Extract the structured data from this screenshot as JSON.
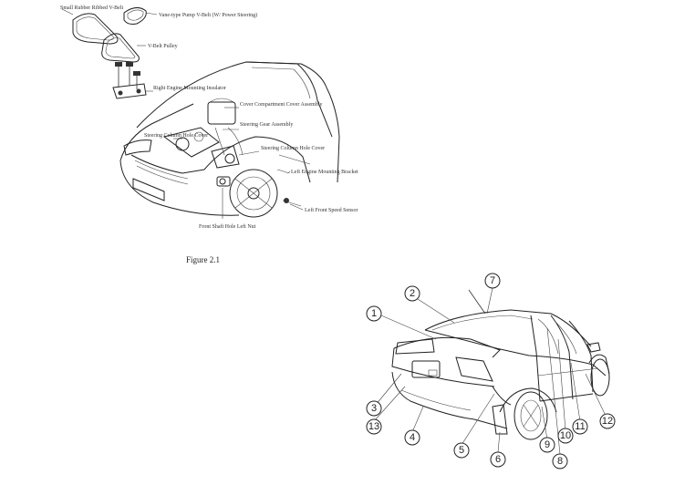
{
  "figure1": {
    "caption": "Figure 2.1",
    "labels": {
      "small_v_belt": "Small Rubber Ribbed V-Belt",
      "v_ribbed_belt": "Vane-type Pump V-Belt (W/ Power Steering)",
      "v_belt": "V-Belt Pulley",
      "right_mount": "Right Engine Mounting Insulator",
      "cover": "Cover Compartment Cover Assembly",
      "steering_gear": "Steering Gear Assembly",
      "steering_cover": "Steering Column Hole Cover",
      "steering_column": "Steering Column Hole Cover",
      "left_bracket": "Left Engine Mounting Bracket",
      "left_sensor": "Left Front Speed Sensor",
      "front_shaft": "Front Shaft Hole Left Nut"
    }
  },
  "figure2": {
    "callouts": [
      "1",
      "2",
      "3",
      "4",
      "5",
      "6",
      "7",
      "8",
      "9",
      "10",
      "11",
      "12",
      "13"
    ]
  }
}
